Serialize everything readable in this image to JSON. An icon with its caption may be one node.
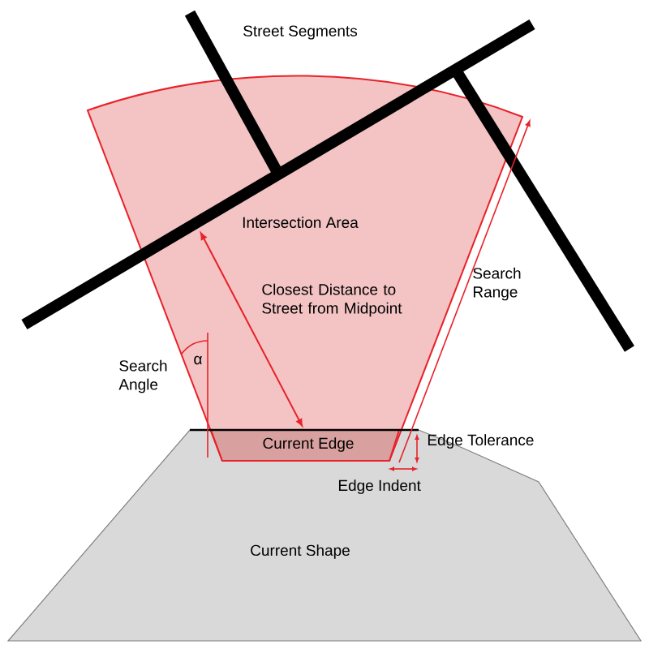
{
  "diagram": {
    "nodes": [
      {
        "text": [
          "Intersection Area"
        ]
      },
      {
        "text": [
          "Current Edge"
        ]
      },
      {
        "text": [
          "Current Shape"
        ]
      }
    ],
    "labels": [
      "Street Segments",
      "Closest Distance to Street from Midpoint",
      "Search Range",
      "α",
      "Search Angle",
      "Edge Tolerance",
      "Edge Indent"
    ]
  }
}
